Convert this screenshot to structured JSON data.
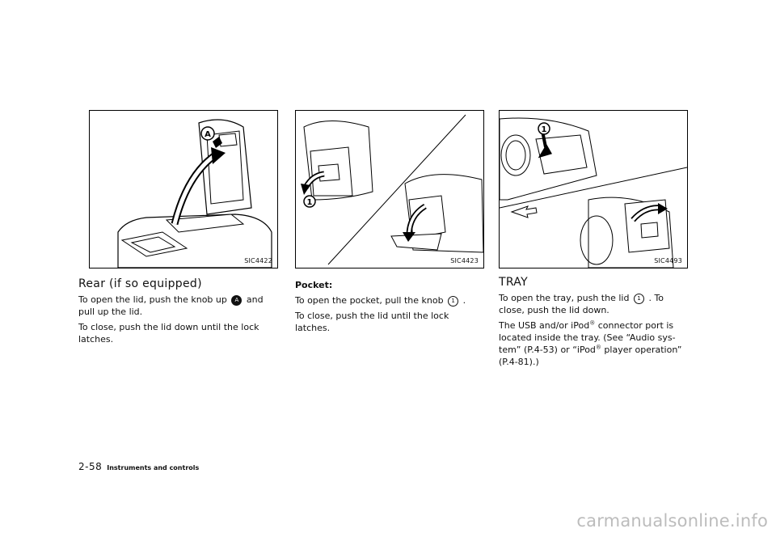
{
  "figures": {
    "fig1": {
      "code": "SIC4422",
      "label": "A"
    },
    "fig2": {
      "code": "SIC4423",
      "label": "1"
    },
    "fig3": {
      "code": "SIC4493",
      "label": "1"
    }
  },
  "col1": {
    "heading": "Rear (if so equipped)",
    "p1_pre": "To open the lid, push the knob up",
    "p1_marker": "A",
    "p1_post": "and pull up the lid.",
    "p2": "To close, push the lid down until the lock latches."
  },
  "col2": {
    "label": "Pocket:",
    "p1_pre": "To open the pocket, pull the knob",
    "p1_marker": "1",
    "p1_post": ".",
    "p2": "To close, push the lid until the lock latches."
  },
  "col3": {
    "heading": "TRAY",
    "p1_pre": "To open the tray, push the lid",
    "p1_marker": "1",
    "p1_post": ". To close, push the lid down.",
    "p2_a": "The USB and/or iPod",
    "reg": "®",
    "p2_b": " connector port is located inside the tray. (See “Audio sys-tem” (P.4-53) or “iPod",
    "p2_c": " player operation” (P.4-81).)"
  },
  "footer": {
    "page": "2-58",
    "section": "Instruments and controls"
  },
  "watermark": "carmanualsonline.info"
}
